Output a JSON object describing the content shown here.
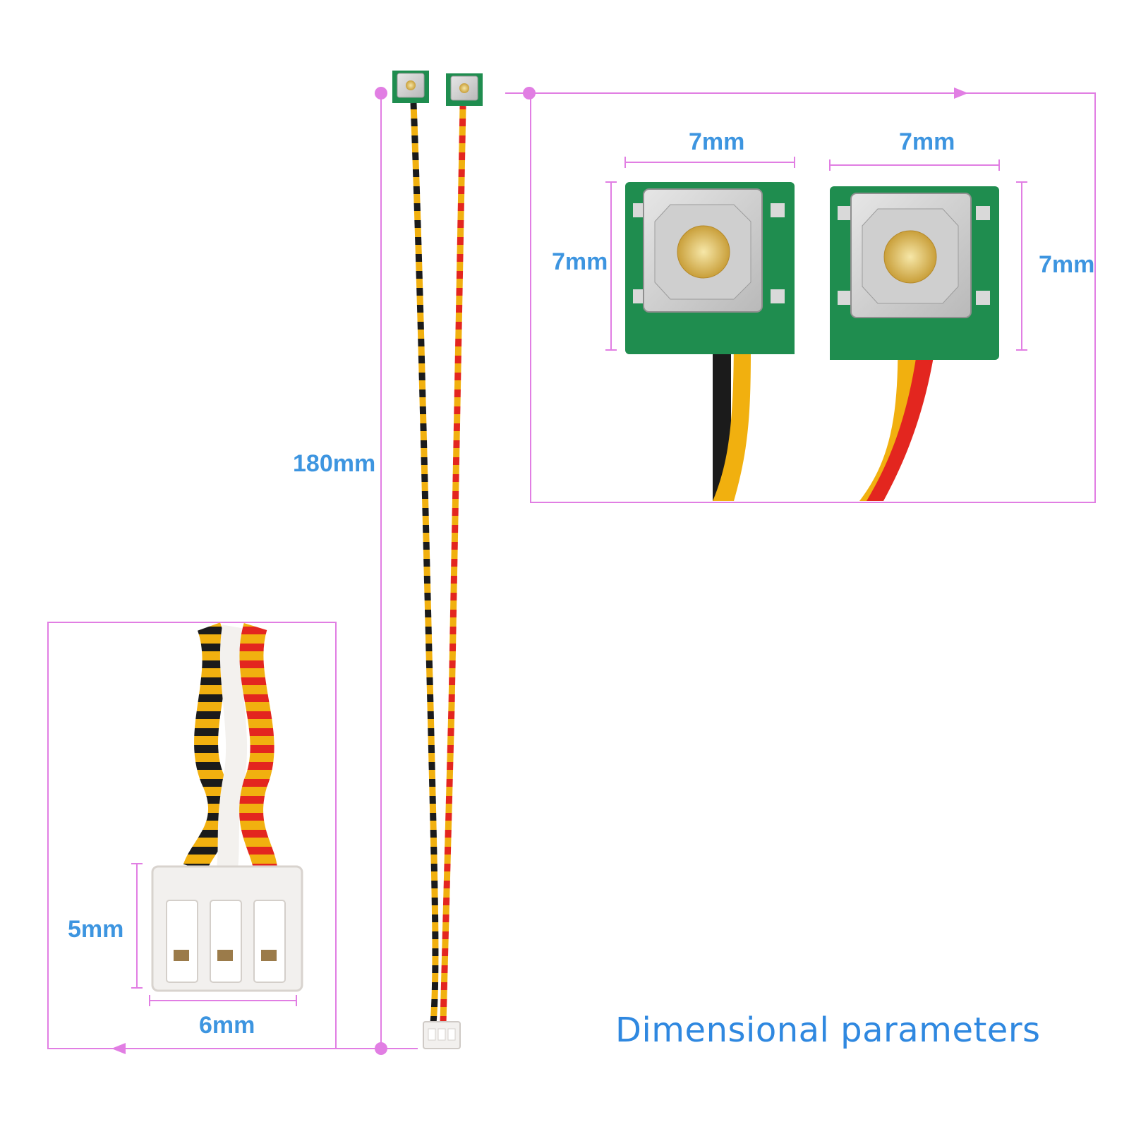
{
  "dimensions": {
    "total_length": "180mm",
    "switch_left_width": "7mm",
    "switch_right_width": "7mm",
    "switch_left_height": "7mm",
    "switch_right_height": "7mm",
    "connector_height": "5mm",
    "connector_width": "6mm"
  },
  "caption": "Dimensional parameters",
  "colors": {
    "guide": "#e17ee3",
    "label": "#3d95e0",
    "pcb": "#1f8d4f",
    "wire_yellow": "#f1b00f",
    "wire_black": "#1b1b1b",
    "wire_red": "#e3261f",
    "connector": "#f2f0ee"
  }
}
